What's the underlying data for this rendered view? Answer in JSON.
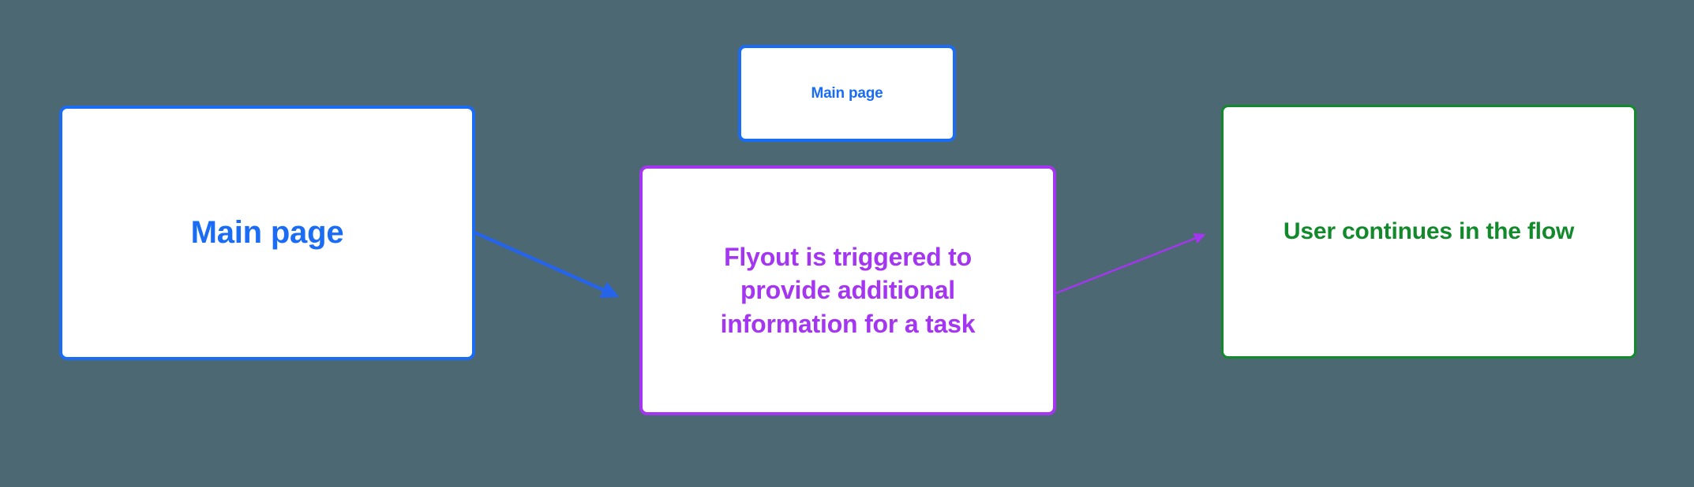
{
  "diagram": {
    "background_color": "#4c6872",
    "nodes": [
      {
        "id": "main-page-small",
        "label": "Main page",
        "accent_color": "#1a6cf5",
        "fill_color": "#ffffff"
      },
      {
        "id": "main-page-large",
        "label": "Main page",
        "accent_color": "#1a6cf5",
        "fill_color": "#ffffff"
      },
      {
        "id": "flyout",
        "label": "Flyout is triggered to provide additional information for a task",
        "accent_color": "#a435f0",
        "fill_color": "#ffffff"
      },
      {
        "id": "user-continues",
        "label": "User continues in the flow",
        "accent_color": "#128a2b",
        "fill_color": "#ffffff"
      }
    ],
    "connectors": [
      {
        "id": "main-to-flyout",
        "from": "main-page-large",
        "to": "flyout",
        "color": "#2563eb",
        "style": "solid-arrow"
      },
      {
        "id": "flyout-to-user",
        "from": "flyout",
        "to": "user-continues",
        "color": "#a435f0",
        "style": "solid-arrow"
      }
    ]
  }
}
